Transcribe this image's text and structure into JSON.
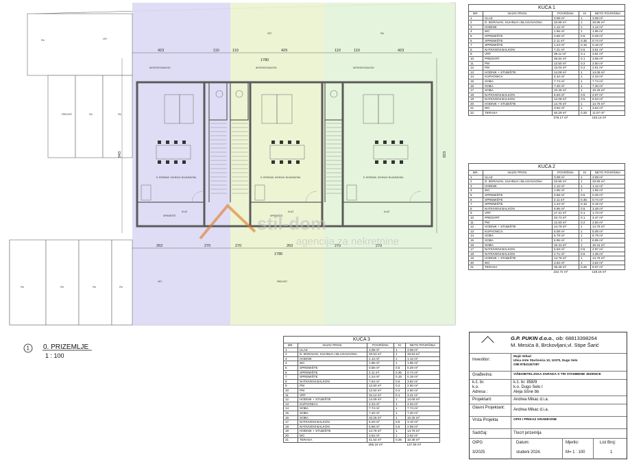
{
  "drawing": {
    "view_title": "0. PRIZEMLJE",
    "view_number": "1",
    "view_scale": "1 : 100",
    "watermark_main": "stil-dom",
    "watermark_sub": "agencija za nekretnine",
    "dims_top": [
      "423",
      "110",
      "110",
      "429",
      "110",
      "110",
      "423"
    ],
    "dim_top_total": "1780",
    "dims_bottom": [
      "263",
      "270",
      "270",
      "263",
      "270",
      "270"
    ],
    "dim_bottom_total": "1780",
    "dim_left": "943",
    "dim_right": "923",
    "room_labels": [
      "D. BORAVAK, KUHINJA I BLAGAVAONA",
      "D. BORAVAK, KUHINJA I BLAGAVAONA",
      "D. BORAVAK, KUHINJA I BLAGAVAONA",
      "NATKIVENI BALKON",
      "NATKIVENI BALKON",
      "NATKIVENI BALKON",
      "SPREMIŠTE",
      "SPREMIŠTE",
      "ULAZ",
      "ULAZ",
      "ULAZ",
      "VRT",
      "VRT",
      "VRT",
      "PREDVRT",
      "PREDVRT",
      "PM",
      "PM",
      "PM",
      "PM",
      "PM",
      "PM",
      "PM",
      "PM"
    ],
    "colors": {
      "house1_fill": "#dcd9f4",
      "house2_fill": "#eaf3cf",
      "house3_fill": "#e2f3d8",
      "wall": "#5a5a5a",
      "watermark": "#e07a20"
    }
  },
  "kuca1": {
    "title": "KUĆA 1",
    "headers": [
      "BR.",
      "NAZIV PROS.",
      "POVRŠINA",
      "KI",
      "NETO POVRŠINA"
    ],
    "rows": [
      [
        "1",
        "ULAZ",
        "3.08 m²",
        "1",
        "3.08 m²"
      ],
      [
        "2",
        "D. BORAVAK, KUHINJA I BLAGAVAONA",
        "33.88 m²",
        "1",
        "33.88 m²"
      ],
      [
        "3",
        "HODNIK",
        "1.12 m²",
        "1",
        "1.12 m²"
      ],
      [
        "4",
        "WC",
        "1.95 m²",
        "1",
        "1.95 m²"
      ],
      [
        "5",
        "SPREMIŠTE",
        "0.58 m²",
        "0.5",
        "0.29 m²"
      ],
      [
        "6",
        "SPREMIŠTE",
        "2.11 m²",
        "0.35",
        "0.74 m²"
      ],
      [
        "7",
        "SPREMIŠTE",
        "1.24 m²",
        "0.15",
        "0.19 m²"
      ],
      [
        "8",
        "NATKIVENI BALKON",
        "7.21 m²",
        "0.5",
        "3.61 m²"
      ],
      [
        "9",
        "VRT",
        "39.11 m²",
        "0.1",
        "3.91 m²"
      ],
      [
        "10",
        "PREDVRT",
        "35.84 m²",
        "0.1",
        "3.59 m²"
      ],
      [
        "11",
        "PM",
        "12.50 m²",
        "0.2",
        "2.50 m²"
      ],
      [
        "12",
        "PM",
        "13.04 m²",
        "0.2",
        "2.61 m²"
      ],
      [
        "13",
        "HODNIK + STUBIŠTE",
        "14.08 m²",
        "1",
        "14.08 m²"
      ],
      [
        "14",
        "KUPAONICA",
        "4.34 m²",
        "1",
        "4.34 m²"
      ],
      [
        "15",
        "SOBA",
        "7.74 m²",
        "1",
        "7.74 m²"
      ],
      [
        "16",
        "SOBA",
        "7.40 m²",
        "1",
        "7.40 m²"
      ],
      [
        "17",
        "SOBA",
        "10.25 m²",
        "1",
        "10.25 m²"
      ],
      [
        "18",
        "NATKIVENI BALKON",
        "5.93 m²",
        "0.5",
        "2.97 m²"
      ],
      [
        "19",
        "NATKIVENI BALKON",
        "12.08 m²",
        "0.5",
        "6.04 m²"
      ],
      [
        "20",
        "HODNIK + STUBIŠTE",
        "14.76 m²",
        "1",
        "14.76 m²"
      ],
      [
        "21",
        "WC",
        "3.52 m²",
        "1",
        "3.52 m²"
      ],
      [
        "22",
        "TERASA",
        "46.29 m²",
        "0.25",
        "11.57 m²"
      ]
    ],
    "total_area": "278.17 m²",
    "total_net": "140.14 m²"
  },
  "kuca2": {
    "title": "KUĆA 2",
    "headers": [
      "BR.",
      "NAZIV PROS.",
      "POVRŠINA",
      "KI",
      "NETO POVRŠINA"
    ],
    "rows": [
      [
        "1",
        "ULAZ",
        "3.08 m²",
        "1",
        "3.08 m²"
      ],
      [
        "2",
        "D. BORAVAK, KUHINJA I BLAGAVAONA",
        "33.95 m²",
        "1",
        "33.95 m²"
      ],
      [
        "3",
        "HODNIK",
        "1.12 m²",
        "1",
        "1.12 m²"
      ],
      [
        "4",
        "WC",
        "1.95 m²",
        "1",
        "1.95 m²"
      ],
      [
        "5",
        "SPREMIŠTE",
        "0.58 m²",
        "0.5",
        "0.29 m²"
      ],
      [
        "6",
        "SPREMIŠTE",
        "2.11 m²",
        "0.35",
        "0.74 m²"
      ],
      [
        "7",
        "SPREMIŠTE",
        "1.24 m²",
        "0.15",
        "0.19 m²"
      ],
      [
        "8",
        "NATKIVENI BALKON",
        "6.96 m²",
        "0.5",
        "3.48 m²"
      ],
      [
        "9",
        "VRT",
        "17.31 m²",
        "0.1",
        "1.73 m²"
      ],
      [
        "10",
        "PREDVRT",
        "34.73 m²",
        "0.1",
        "3.47 m²"
      ],
      [
        "11",
        "PM",
        "12.50 m²",
        "0.2",
        "2.50 m²"
      ],
      [
        "12",
        "HODNIK + STUBIŠTE",
        "14.79 m²",
        "1",
        "14.79 m²"
      ],
      [
        "13",
        "KUPAONICA",
        "5.08 m²",
        "1",
        "5.08 m²"
      ],
      [
        "14",
        "SOBA",
        "6.79 m²",
        "1",
        "6.79 m²"
      ],
      [
        "15",
        "SOBA",
        "6.95 m²",
        "1",
        "6.95 m²"
      ],
      [
        "16",
        "SOBA",
        "10.41 m²",
        "1",
        "10.41 m²"
      ],
      [
        "17",
        "NATKIVENI BALKON",
        "5.93 m²",
        "0.5",
        "2.97 m²"
      ],
      [
        "18",
        "NATKIVENI BALKON",
        "2.71 m²",
        "0.5",
        "1.36 m²"
      ],
      [
        "19",
        "HODNIK + STUBIŠTE",
        "14.76 m²",
        "1",
        "14.76 m²"
      ],
      [
        "20",
        "WC",
        "3.52 m²",
        "1",
        "3.52 m²"
      ],
      [
        "21",
        "TERASA",
        "36.28 m²",
        "0.25",
        "9.07 m²"
      ]
    ],
    "total_area": "222.72 m²",
    "total_net": "128.16 m²"
  },
  "kuca3": {
    "title": "KUĆA 3",
    "headers": [
      "BR.",
      "NAZIV PROS.",
      "POVRŠINA",
      "KI",
      "NETO POVRŠINA"
    ],
    "rows": [
      [
        "1",
        "ULAZ",
        "3.08 m²",
        "1",
        "3.08 m²"
      ],
      [
        "2",
        "D. BORAVAK, KUHINJA I BLAGAVAONA",
        "33.53 m²",
        "1",
        "33.53 m²"
      ],
      [
        "3",
        "HODNIK",
        "1.12 m²",
        "1",
        "1.12 m²"
      ],
      [
        "4",
        "WC",
        "1.95 m²",
        "1",
        "1.95 m²"
      ],
      [
        "5",
        "SPREMIŠTE",
        "0.58 m²",
        "0.5",
        "0.29 m²"
      ],
      [
        "6",
        "SPREMIŠTE",
        "2.11 m²",
        "0.35",
        "0.74 m²"
      ],
      [
        "7",
        "SPREMIŠTE",
        "1.24 m²",
        "0.15",
        "0.19 m²"
      ],
      [
        "8",
        "NATKIVENI BALKON",
        "7.64 m²",
        "0.5",
        "3.82 m²"
      ],
      [
        "9",
        "PM",
        "12.50 m²",
        "0.2",
        "2.50 m²"
      ],
      [
        "10",
        "PM",
        "12.50 m²",
        "0.2",
        "2.50 m²"
      ],
      [
        "11",
        "VRT",
        "34.14 m²",
        "0.1",
        "3.41 m²"
      ],
      [
        "12",
        "HODNIK + STUBIŠTE",
        "14.08 m²",
        "1",
        "14.08 m²"
      ],
      [
        "13",
        "KUPAONICA",
        "4.34 m²",
        "1",
        "4.34 m²"
      ],
      [
        "14",
        "SOBA",
        "7.74 m²",
        "1",
        "7.74 m²"
      ],
      [
        "15",
        "SOBA",
        "7.40 m²",
        "1",
        "7.40 m²"
      ],
      [
        "16",
        "SOBA",
        "10.25 m²",
        "1",
        "10.25 m²"
      ],
      [
        "17",
        "NATKIVENI BALKON",
        "6.20 m²",
        "0.5",
        "3.10 m²"
      ],
      [
        "18",
        "NATKIVENI BALKON",
        "5.98 m²",
        "0.5",
        "2.99 m²"
      ],
      [
        "19",
        "HODNIK + STUBIŠTE",
        "14.76 m²",
        "1",
        "14.76 m²"
      ],
      [
        "20",
        "WC",
        "3.52 m²",
        "1",
        "3.52 m²"
      ],
      [
        "21",
        "TERASA",
        "41.54 m²",
        "0.25",
        "10.38 m²"
      ]
    ],
    "total_area": "285.19 m²",
    "total_net": "137.59 m²"
  },
  "titleblock": {
    "company": "G.P. PUKIN d.o.o.",
    "oib": ", oib: 68813398264",
    "address": "M. Mesića 8, Brckovljani,vl. Stipe Šarić",
    "investor_label": "Investitor:",
    "investor_name": "Mujić Nihad",
    "investor_address": "Ulica Ante Starčevića 10, 10370, Dugo Selo",
    "investor_oib": "OIB:97841267287",
    "gradevina_label": "Građevina:",
    "gradevina_value": "VIŠEOBITELJSKA ZGRADA S TRI STAMBENE JEDINICE",
    "kc_label": "k.č. br.",
    "kc_value": "k.č. br. 858/9",
    "ko_label": "k.o.",
    "ko_value": "k.o. Dugo Selo I",
    "adresa_label": "Adresa :",
    "adresa_value": "Aleja šišne bb",
    "projektant_label": "Projektant:",
    "projektant_value": "Andrea Mikac d.i.a.",
    "glavni_label": "Glavni Projektant:",
    "glavni_value": "Andrea Mikac d.i.a.",
    "vrsta_label": "Vrsta Projekta",
    "vrsta_value": "OPIS I PRIKAZ GRAĐEVINE",
    "sadrzaj_label": "Sadržaj:",
    "sadrzaj_value": "Tlocrt prizemlja",
    "oipg_label": "OIPG",
    "datum_label": "Datum:",
    "mjerilo_label": "Mjerilo:",
    "list_label": "List Broj:",
    "oipg_value": "3/2025",
    "datum_value": "studeni 2024.",
    "mjerilo_value": "M= 1 : 100",
    "list_value": "1"
  }
}
